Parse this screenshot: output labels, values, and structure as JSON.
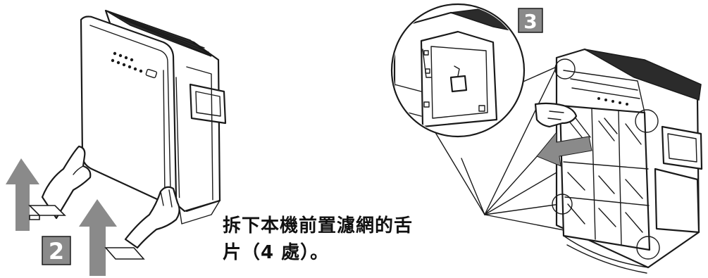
{
  "steps": {
    "left": "2",
    "right": "3"
  },
  "caption": {
    "line1": "拆下本機前置濾網的舌",
    "line2": "片（4 處）。"
  },
  "colors": {
    "badge": "#8a8a8a",
    "arrow": "#8a8a8a",
    "ink": "#1a1a1a"
  }
}
